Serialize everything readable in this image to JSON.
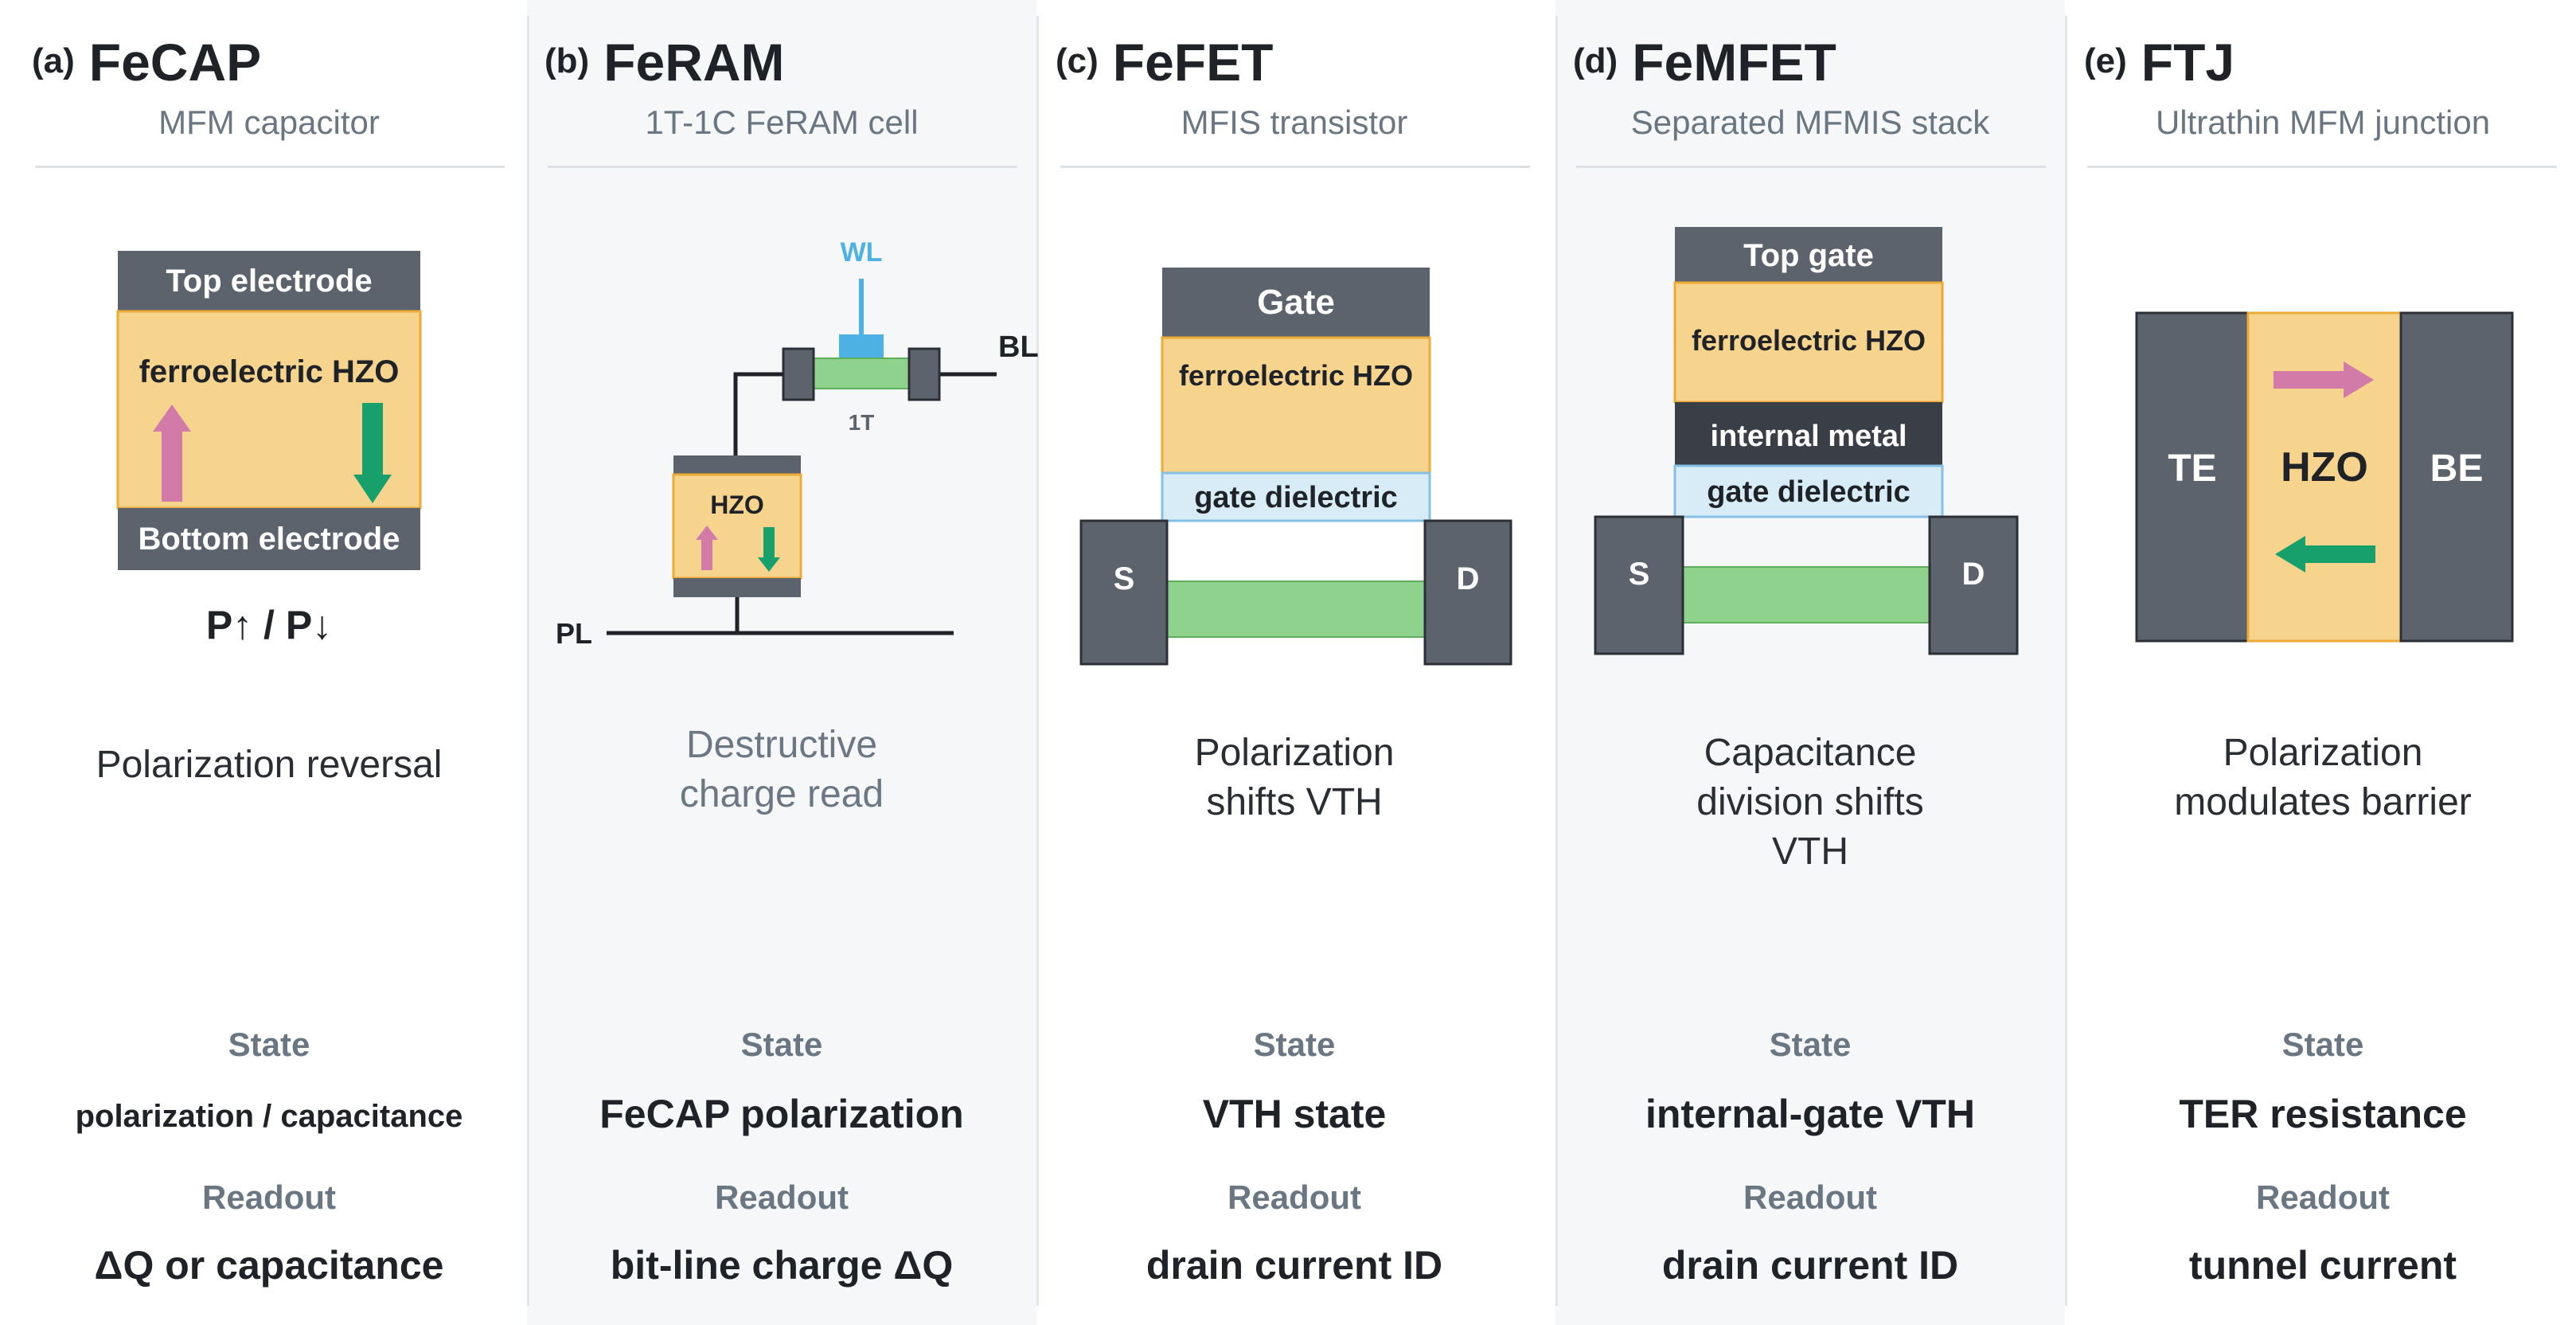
{
  "colors": {
    "electrode": "#5d636d",
    "hzo": "#f7d48e",
    "hzo_border": "#ecaa36",
    "dielectric": "#d7ecf7",
    "dielectric_border": "#86c1e5",
    "channel": "#8fd28d",
    "internal_metal": "#3a3f47",
    "arrow_up": "#d27ba9",
    "arrow_down": "#17a06b",
    "wordline": "#4db2e3"
  },
  "state_label": "State",
  "readout_label": "Readout",
  "panels": [
    {
      "letter": "(a)",
      "title": "FeCAP",
      "subtitle": "MFM capacitor",
      "diagram": {
        "top": "Top electrode",
        "ferro": "ferroelectric HZO",
        "bottom": "Bottom electrode",
        "caption": "P↑ / P↓"
      },
      "description": "Polarization reversal",
      "state": "polarization / capacitance",
      "readout": "ΔQ or capacitance"
    },
    {
      "letter": "(b)",
      "title": "FeRAM",
      "subtitle": "1T-1C FeRAM cell",
      "diagram": {
        "wl": "WL",
        "bl": "BL",
        "transistor": "1T",
        "cap": "HZO",
        "pl": "PL"
      },
      "description": "Destructive charge read",
      "state": "FeCAP polarization",
      "readout": "bit-line charge ΔQ"
    },
    {
      "letter": "(c)",
      "title": "FeFET",
      "subtitle": "MFIS transistor",
      "diagram": {
        "gate": "Gate",
        "ferro": "ferroelectric HZO",
        "dielectric": "gate dielectric",
        "source": "S",
        "drain": "D"
      },
      "description": "Polarization shifts VTH",
      "state": "VTH state",
      "readout": "drain current ID"
    },
    {
      "letter": "(d)",
      "title": "FeMFET",
      "subtitle": "Separated MFMIS stack",
      "diagram": {
        "gate": "Top gate",
        "ferro": "ferroelectric HZO",
        "metal": "internal metal",
        "dielectric": "gate dielectric",
        "source": "S",
        "drain": "D"
      },
      "description": "Capacitance division shifts VTH",
      "state": "internal-gate VTH",
      "readout": "drain current ID"
    },
    {
      "letter": "(e)",
      "title": "FTJ",
      "subtitle": "Ultrathin MFM junction",
      "diagram": {
        "te": "TE",
        "hzo": "HZO",
        "be": "BE"
      },
      "description": "Polarization modulates barrier",
      "state": "TER resistance",
      "readout": "tunnel current"
    }
  ]
}
